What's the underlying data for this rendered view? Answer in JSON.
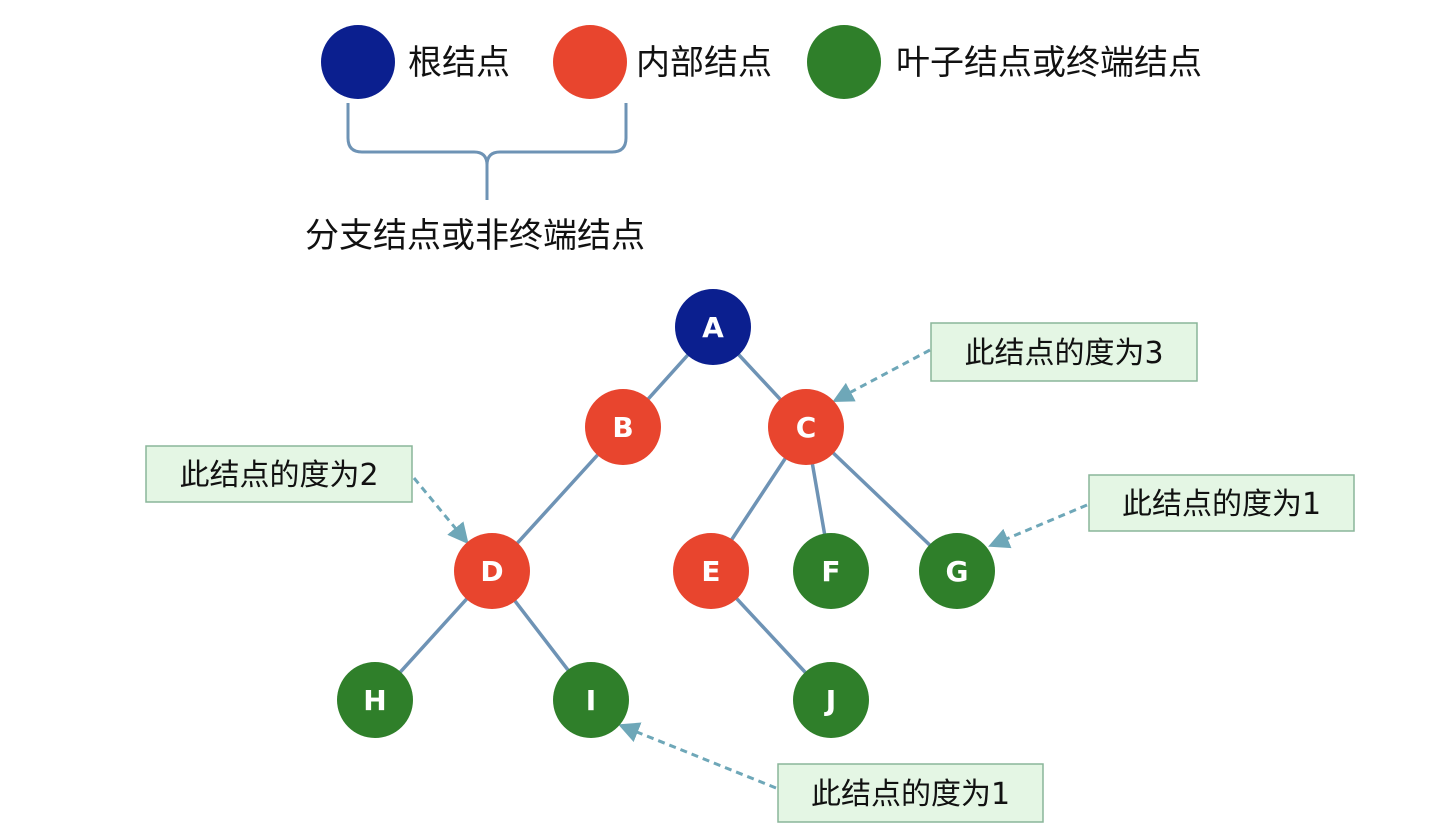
{
  "legend": [
    {
      "key": "root",
      "label": "根结点",
      "color": "#0b1f8f"
    },
    {
      "key": "internal",
      "label": "内部结点",
      "color": "#e8452e"
    },
    {
      "key": "leaf",
      "label": "叶子结点或终端结点",
      "color": "#2f7f2a"
    }
  ],
  "brace_label": "分支结点或非终端结点",
  "tree": {
    "nodes": [
      {
        "id": "A",
        "label": "A",
        "kind": "root"
      },
      {
        "id": "B",
        "label": "B",
        "kind": "internal"
      },
      {
        "id": "C",
        "label": "C",
        "kind": "internal"
      },
      {
        "id": "D",
        "label": "D",
        "kind": "internal"
      },
      {
        "id": "E",
        "label": "E",
        "kind": "internal"
      },
      {
        "id": "F",
        "label": "F",
        "kind": "leaf"
      },
      {
        "id": "G",
        "label": "G",
        "kind": "leaf"
      },
      {
        "id": "H",
        "label": "H",
        "kind": "leaf"
      },
      {
        "id": "I",
        "label": "I",
        "kind": "leaf"
      },
      {
        "id": "J",
        "label": "J",
        "kind": "leaf"
      }
    ],
    "edges": [
      [
        "A",
        "B"
      ],
      [
        "A",
        "C"
      ],
      [
        "B",
        "D"
      ],
      [
        "C",
        "E"
      ],
      [
        "C",
        "F"
      ],
      [
        "C",
        "G"
      ],
      [
        "D",
        "H"
      ],
      [
        "D",
        "I"
      ],
      [
        "E",
        "J"
      ]
    ]
  },
  "callouts": [
    {
      "target": "C",
      "text": "此结点的度为3"
    },
    {
      "target": "D",
      "text": "此结点的度为2"
    },
    {
      "target": "G",
      "text": "此结点的度为1"
    },
    {
      "target": "I",
      "text": "此结点的度为1"
    }
  ],
  "colors": {
    "root": "#0b1f8f",
    "internal": "#e8452e",
    "leaf": "#2f7f2a",
    "edge": "#6e93b5",
    "arrow": "#6ea7b8",
    "callout_fill": "#e4f6e4"
  }
}
